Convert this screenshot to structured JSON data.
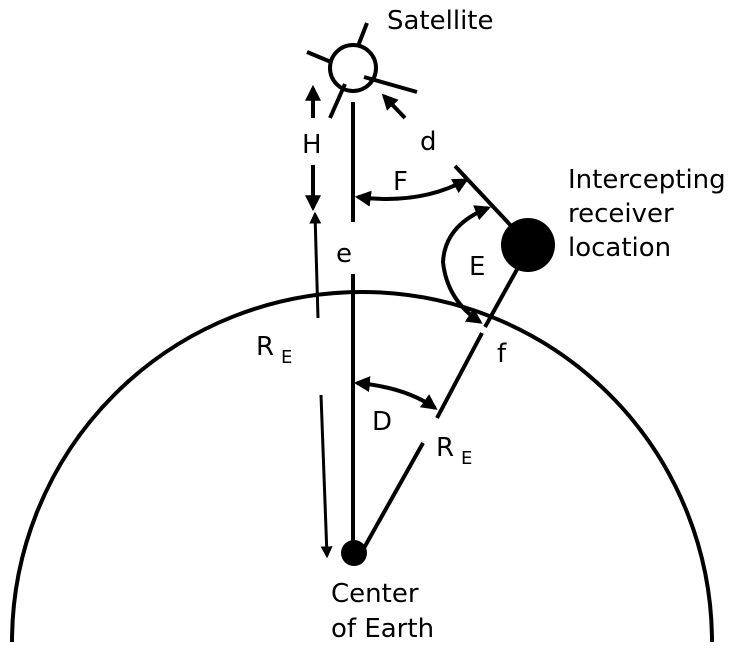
{
  "labels": {
    "satellite": "Satellite",
    "d": "d",
    "F": "F",
    "H": "H",
    "e": "e",
    "E": "E",
    "f": "f",
    "D": "D",
    "re_left_main": "R",
    "re_left_sub": "E",
    "re_right_main": "R",
    "re_right_sub": "E",
    "center_line1": "Center",
    "center_line2": "of Earth",
    "receiver_line1": "Intercepting",
    "receiver_line2": "receiver",
    "receiver_line3": "location"
  }
}
